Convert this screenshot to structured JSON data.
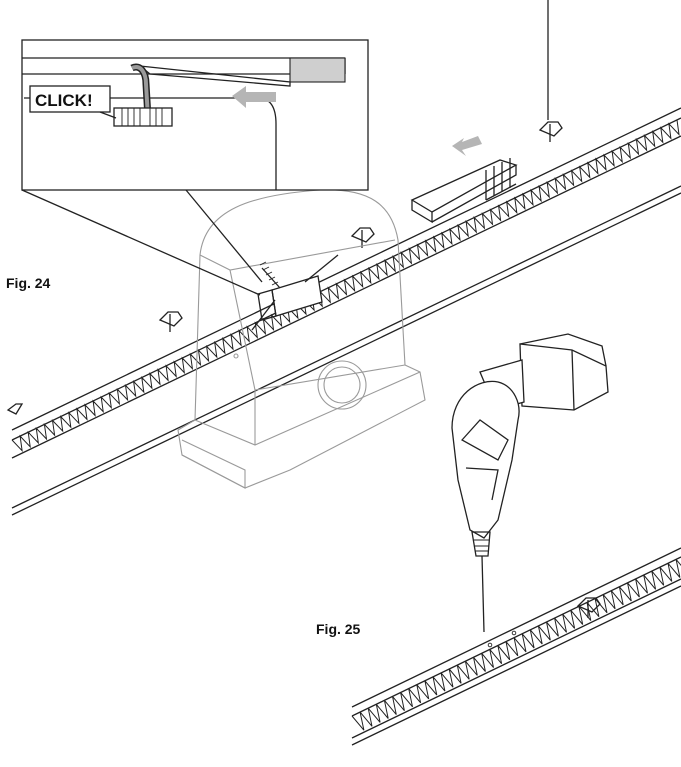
{
  "figures": {
    "fig24_label": "Fig. 24",
    "fig25_label": "Fig. 25"
  },
  "inset": {
    "click_label": "CLICK!"
  },
  "colors": {
    "arrow": "#b5b5b5",
    "stroke": "#222222",
    "ghost": "#9a9a9a"
  }
}
